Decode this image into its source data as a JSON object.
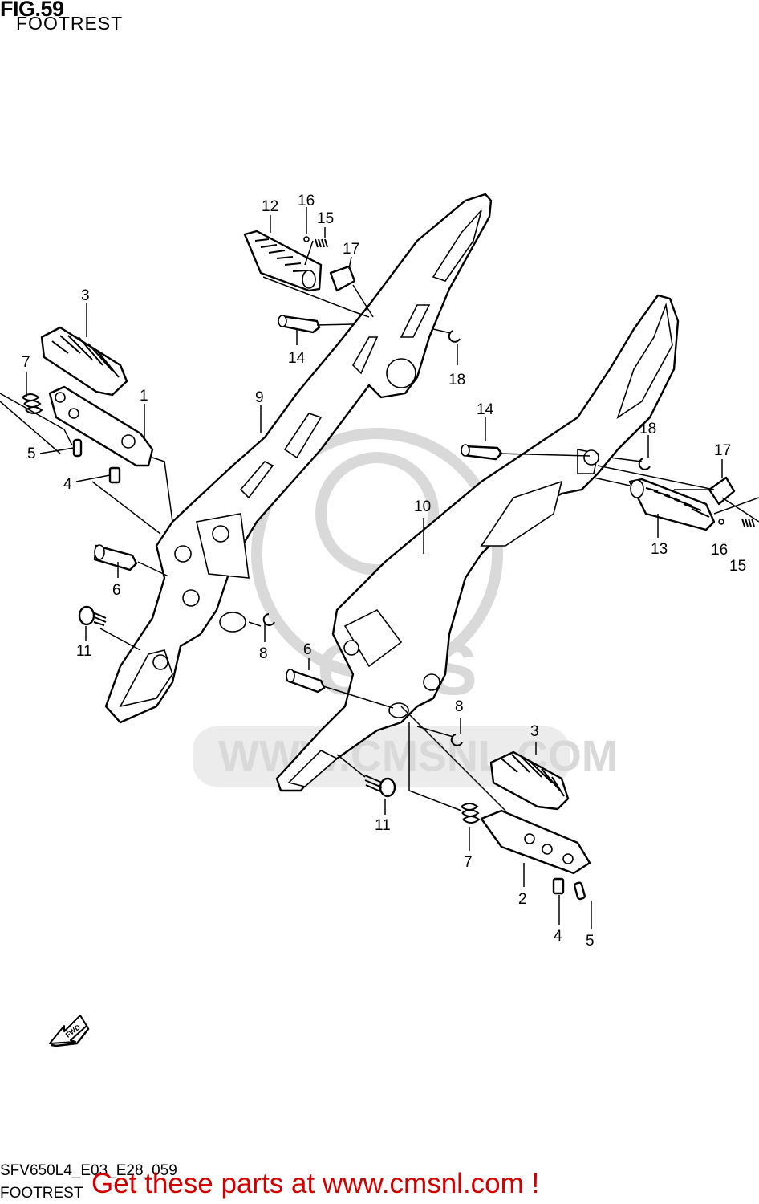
{
  "header": {
    "title": "FIG.59",
    "subtitle": "FOOTREST"
  },
  "footer": {
    "code": "SFV650L4_E03_E28_059",
    "caption": "FOOTREST",
    "promo": "Get these parts at www.cmsnl.com !"
  },
  "watermark": {
    "text": "WWW.CMSNL.COM",
    "logo_text": "CMS"
  },
  "fwd_label": "FWD",
  "callouts": [
    "12",
    "16",
    "15",
    "17",
    "3",
    "7",
    "1",
    "9",
    "14",
    "18",
    "5",
    "4",
    "6",
    "11",
    "8",
    "10",
    "13",
    "2"
  ],
  "colors": {
    "promo": "#d10000",
    "watermark": "#d9d9d9",
    "line": "#000000"
  }
}
